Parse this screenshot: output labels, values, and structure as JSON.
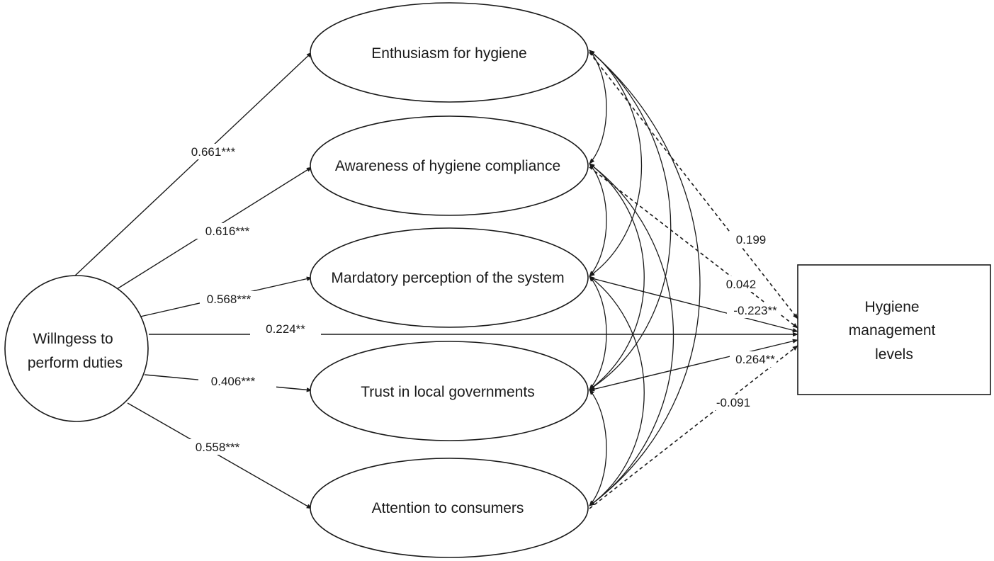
{
  "nodes": {
    "willingness": "Willngess to\nperform duties",
    "enthusiasm": "Enthusiasm for hygiene",
    "awareness": "Awareness of hygiene compliance",
    "mandatory": "Mardatory perception of the system",
    "trust": "Trust in local governments",
    "attention": "Attention to consumers",
    "outcome": "Hygiene\nmanagement\nlevels"
  },
  "paths_from_willingness": [
    {
      "to": "enthusiasm",
      "coef": "0.661***"
    },
    {
      "to": "awareness",
      "coef": "0.616***"
    },
    {
      "to": "mandatory",
      "coef": "0.568***"
    },
    {
      "to": "outcome",
      "coef": "0.224**"
    },
    {
      "to": "trust",
      "coef": "0.406***"
    },
    {
      "to": "attention",
      "coef": "0.558***"
    }
  ],
  "paths_to_outcome": [
    {
      "from": "enthusiasm",
      "coef": "0.199",
      "style": "dashed"
    },
    {
      "from": "awareness",
      "coef": "0.042",
      "style": "dashed"
    },
    {
      "from": "mandatory",
      "coef": "-0.223**",
      "style": "solid"
    },
    {
      "from": "trust",
      "coef": "0.264**",
      "style": "solid"
    },
    {
      "from": "attention",
      "coef": "-0.091",
      "style": "dashed"
    }
  ],
  "colors": {
    "line": "#1a1a1a",
    "background": "#ffffff"
  }
}
